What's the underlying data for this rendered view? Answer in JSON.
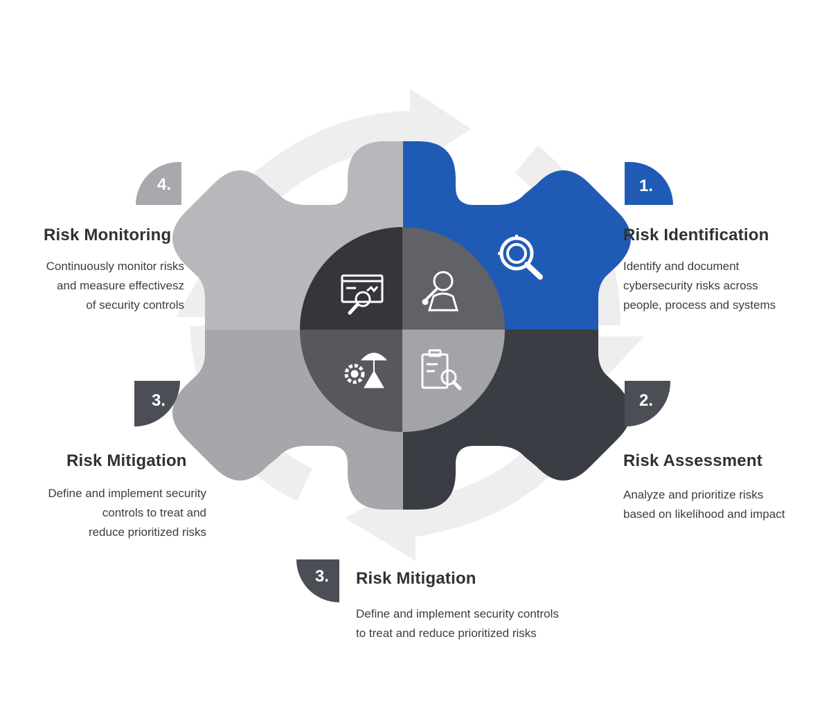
{
  "steps": [
    {
      "id": "identification",
      "number": "1.",
      "title": "Risk Identification",
      "description": [
        "Identify and document",
        "cybersecurity risks across",
        "people, process and systems"
      ],
      "color": "#1f5bb5",
      "icon": "magnifier-target-icon"
    },
    {
      "id": "assessment",
      "number": "2.",
      "title": "Risk Assessment",
      "description": [
        "Analyze and prioritize risks",
        "based on likelihood and impact"
      ],
      "color": "#3a3d44",
      "icon": "clipboard-search-icon"
    },
    {
      "id": "mitigation-left",
      "number": "3.",
      "title": "Risk Mitigation",
      "description": [
        "Define and implement security",
        "controls to treat and",
        "reduce prioritized risks"
      ],
      "color": "#4b4e55",
      "icon": "gear-umbrella-icon"
    },
    {
      "id": "mitigation-bottom",
      "number": "3.",
      "title": "Risk Mitigation",
      "description": [
        "Define and implement security controls",
        "to treat and reduce prioritized risks"
      ],
      "color": "#4b4e55"
    },
    {
      "id": "monitoring",
      "number": "4.",
      "title": "Risk Monitoring",
      "description": [
        "Continuously monitor risks",
        "and measure effectivesz",
        "of security controls"
      ],
      "color": "#a7a9ad",
      "icon": "monitor-search-icon"
    }
  ],
  "center_icons": [
    "monitor-search-icon",
    "person-search-icon",
    "gear-umbrella-icon",
    "clipboard-search-icon"
  ],
  "colors": {
    "blue": "#1f5bb5",
    "dark": "#3a3d44",
    "mid_gray": "#a6a7aa",
    "light_gray": "#b7b8bb",
    "arrow": "#eeeeef"
  }
}
